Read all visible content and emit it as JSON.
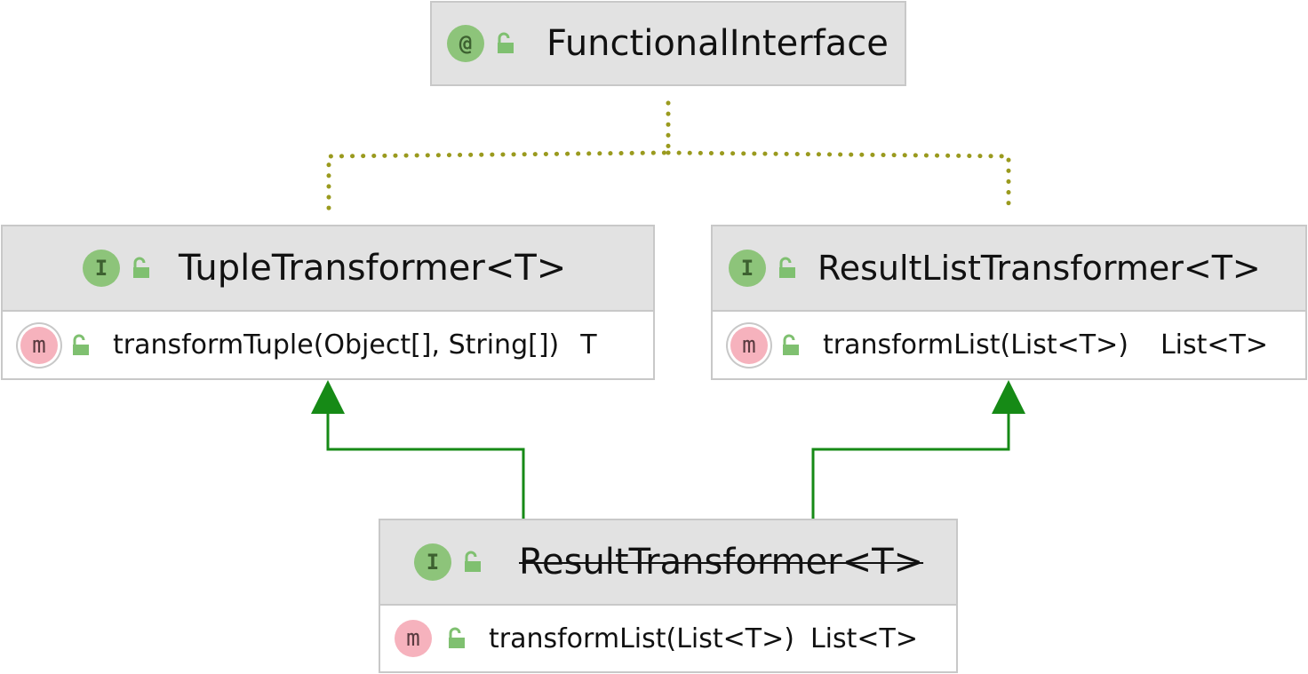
{
  "nodes": {
    "functional": {
      "name": "FunctionalInterface",
      "kind_icon": "annotation-icon",
      "kind_glyph": "@"
    },
    "tuple": {
      "name": "TupleTransformer<T>",
      "kind_icon": "interface-icon",
      "kind_glyph": "I",
      "method": {
        "signature": "transformTuple(Object[], String[])",
        "return_type": "T",
        "kind_glyph": "m"
      }
    },
    "resultlist": {
      "name": "ResultListTransformer<T>",
      "kind_icon": "interface-icon",
      "kind_glyph": "I",
      "method": {
        "signature": "transformList(List<T>)",
        "return_type": "List<T>",
        "kind_glyph": "m"
      }
    },
    "result": {
      "name": "ResultTransformer<T>",
      "kind_icon": "interface-icon",
      "kind_glyph": "I",
      "deprecated": true,
      "method": {
        "signature": "transformList(List<T>)",
        "return_type": "List<T>",
        "kind_glyph": "m"
      }
    }
  },
  "colors": {
    "annotation_edge": "#9a9a1e",
    "inheritance_edge": "#168a16",
    "header_bg": "#e2e2e2",
    "border": "#c8c8c8",
    "interface_icon": "#8dc47a",
    "method_icon": "#f6b2bd",
    "lock_icon": "#7fc070"
  }
}
